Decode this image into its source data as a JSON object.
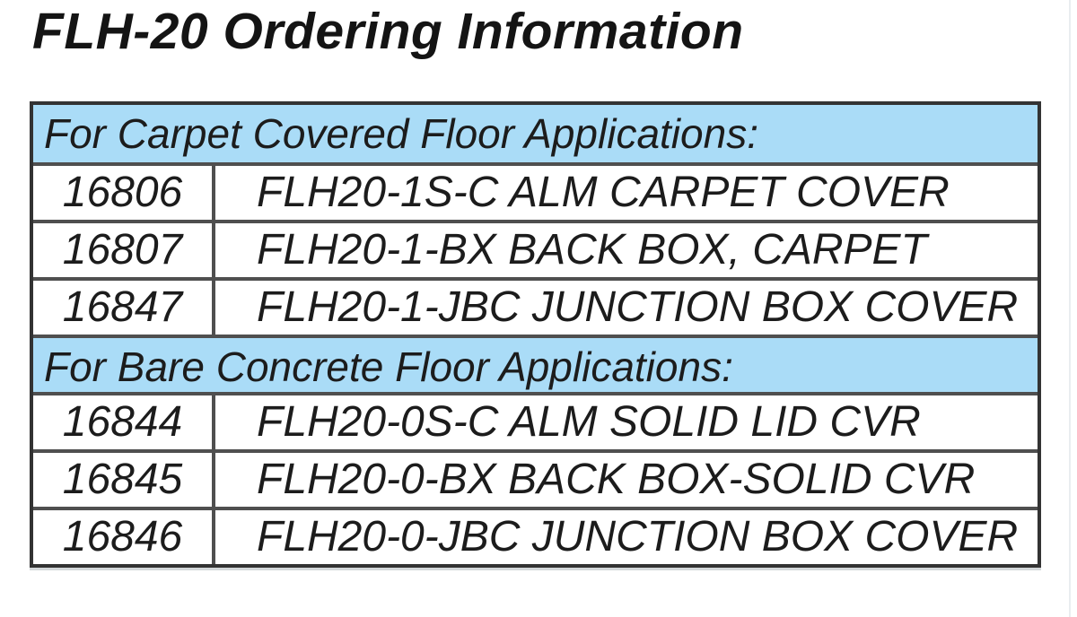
{
  "page": {
    "title": "FLH-20 Ordering Information"
  },
  "colors": {
    "section_header_bg": "#aadcf7",
    "outer_border": "#333333",
    "inner_border": "#4f4f4f",
    "text": "#1c1c1c"
  },
  "table": {
    "sections": [
      {
        "header": "For Carpet Covered Floor Applications:",
        "rows": [
          {
            "part_number": "16806",
            "description": "FLH20-1S-C ALM CARPET COVER"
          },
          {
            "part_number": "16807",
            "description": "FLH20-1-BX BACK BOX, CARPET"
          },
          {
            "part_number": "16847",
            "description": "FLH20-1-JBC JUNCTION BOX COVER"
          }
        ]
      },
      {
        "header": "For Bare Concrete Floor Applications:",
        "rows": [
          {
            "part_number": "16844",
            "description": "FLH20-0S-C ALM SOLID LID CVR"
          },
          {
            "part_number": "16845",
            "description": "FLH20-0-BX BACK BOX-SOLID CVR"
          },
          {
            "part_number": "16846",
            "description": "FLH20-0-JBC JUNCTION BOX COVER"
          }
        ]
      }
    ]
  }
}
